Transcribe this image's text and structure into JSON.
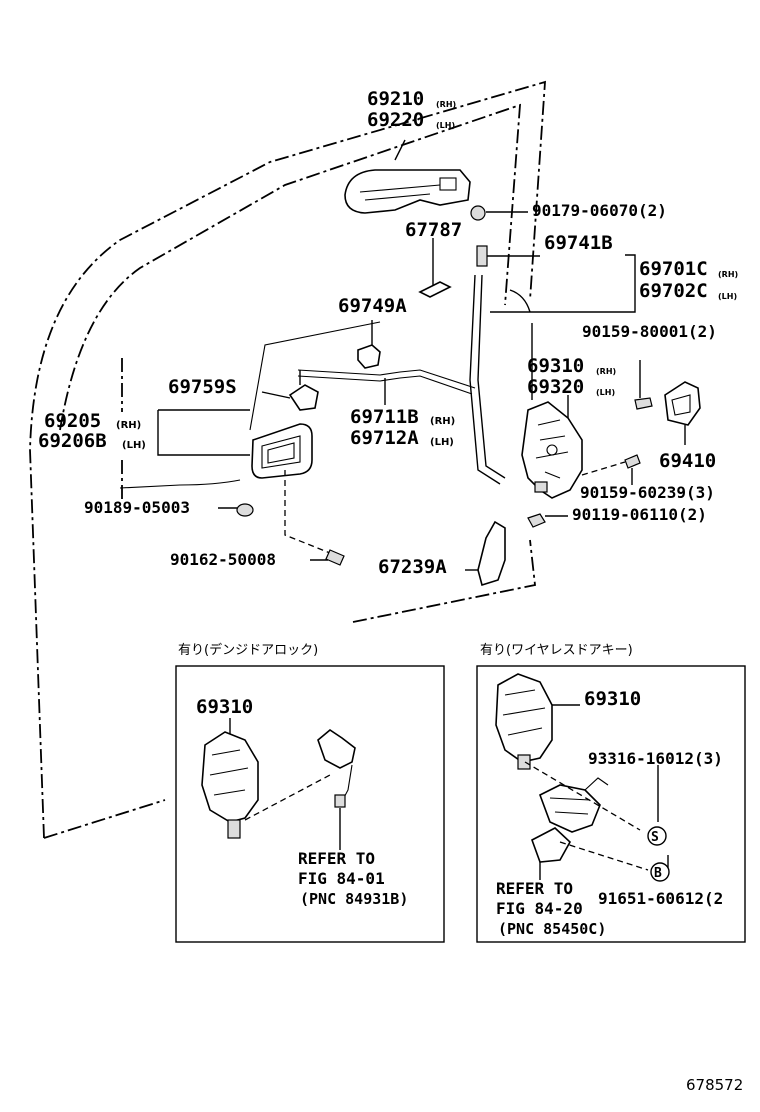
{
  "labels": {
    "p69210": "69210",
    "p69210_sfx": "(RH)",
    "p69220": "69220",
    "p69220_sfx": "(LH)",
    "p90179": "90179-06070(2)",
    "p67787": "67787",
    "p69741": "69741B",
    "p69701": "69701C",
    "p69701_sfx": "(RH)",
    "p69702": "69702C",
    "p69702_sfx": "(LH)",
    "p69749": "69749A",
    "p90159a": "90159-80001(2)",
    "p69759": "69759S",
    "p69310": "69310",
    "p69310_sfx": "(RH)",
    "p69320": "69320",
    "p69320_sfx": "(LH)",
    "p69205": "69205",
    "p69205_sfx": "(RH)",
    "p69206": "69206B",
    "p69206_sfx": "(LH)",
    "p69711": "69711B",
    "p69711_sfx": "(RH)",
    "p69712": "69712A",
    "p69712_sfx": "(LH)",
    "p69410": "69410",
    "p90159b": "90159-60239(3)",
    "p90189": "90189-05003",
    "p90119": "90119-06110(2)",
    "p90162": "90162-50008",
    "p67239": "67239A"
  },
  "inset_left": {
    "title": "有り(デンジドアロック)",
    "part": "69310",
    "ref_line1": "REFER TO",
    "ref_line2": "FIG 84-01",
    "ref_line3": "(PNC 84931B)"
  },
  "inset_right": {
    "title": "有り(ワイヤレスドアキー)",
    "part": "69310",
    "p93316": "93316-16012(3)",
    "p91651": "91651-60612(2",
    "ref_line1": "REFER TO",
    "ref_line2": "FIG 84-20",
    "ref_line3": "(PNC 85450C)",
    "marker_s": "S",
    "marker_b": "B"
  },
  "figure_number": "678572"
}
